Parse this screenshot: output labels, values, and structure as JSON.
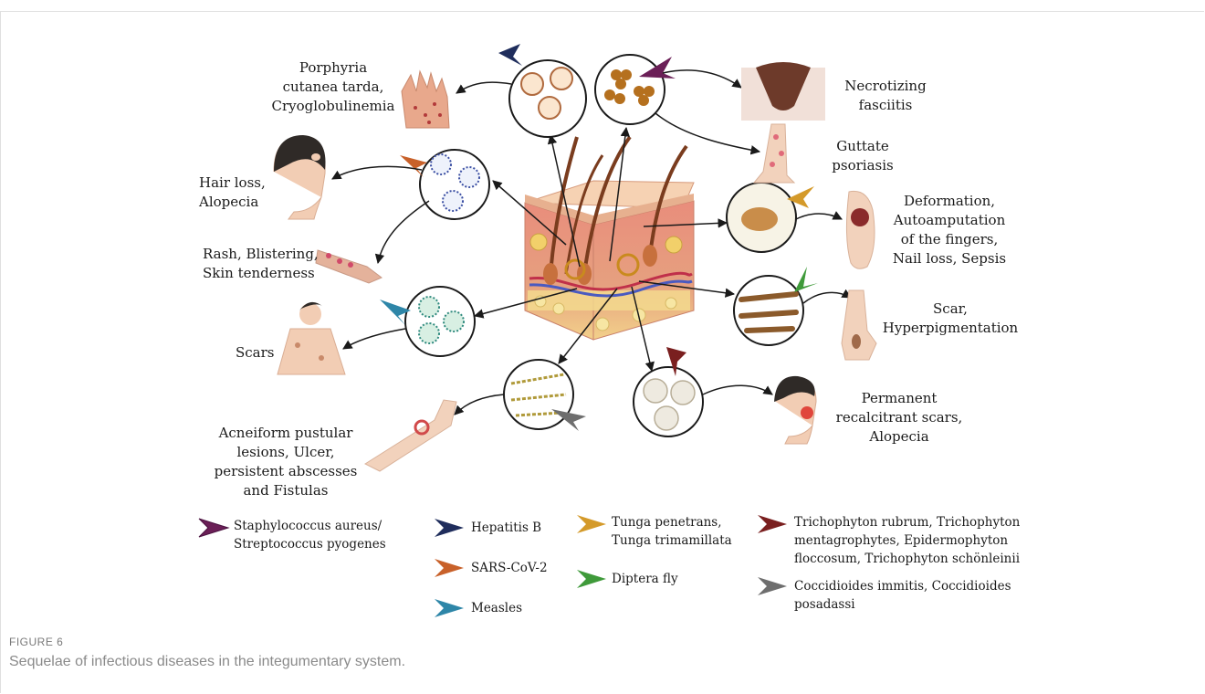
{
  "figure": {
    "number": "FIGURE 6",
    "caption": "Sequelae of infectious diseases in the integumentary system."
  },
  "sequelae": {
    "porphyria": "Porphyria\ncutanea tarda,\nCryoglobulinemia",
    "necrotizing": "Necrotizing\nfasciitis",
    "guttate": "Guttate\npsoriasis",
    "hair_loss": "Hair loss,\nAlopecia",
    "rash": "Rash, Blistering,\nSkin tenderness",
    "deformation": "Deformation,\nAutoamputation\nof the fingers,\nNail loss, Sepsis",
    "scar_hyper": "Scar,\nHyperpigmentation",
    "scars": "Scars",
    "permanent": "Permanent\nrecalcitrant scars,\nAlopecia",
    "acneiform": "Acneiform pustular\nlesions, Ulcer,\npersistent abscesses\nand Fistulas"
  },
  "legend": [
    {
      "id": "staph",
      "label": "Staphylococcus aureus/\nStreptococcus pyogenes",
      "color": "#6b1f57"
    },
    {
      "id": "hepb",
      "label": "Hepatitis B",
      "color": "#1f2d5c"
    },
    {
      "id": "sars",
      "label": "SARS-CoV-2",
      "color": "#c8612a"
    },
    {
      "id": "measles",
      "label": "Measles",
      "color": "#2e86a8"
    },
    {
      "id": "tunga",
      "label": "Tunga penetrans,\nTunga trimamillata",
      "color": "#d49a2a"
    },
    {
      "id": "diptera",
      "label": "Diptera fly",
      "color": "#3f9a3a"
    },
    {
      "id": "trich",
      "label": "Trichophyton rubrum, Trichophyton\nmentagrophytes, Epidermophyton\nfloccosum, Trichophyton schönleinii",
      "color": "#7a1f1f"
    },
    {
      "id": "cocci",
      "label": "Coccidioides immitis, Coccidioides\nposadassi",
      "color": "#6e6e6e"
    }
  ]
}
